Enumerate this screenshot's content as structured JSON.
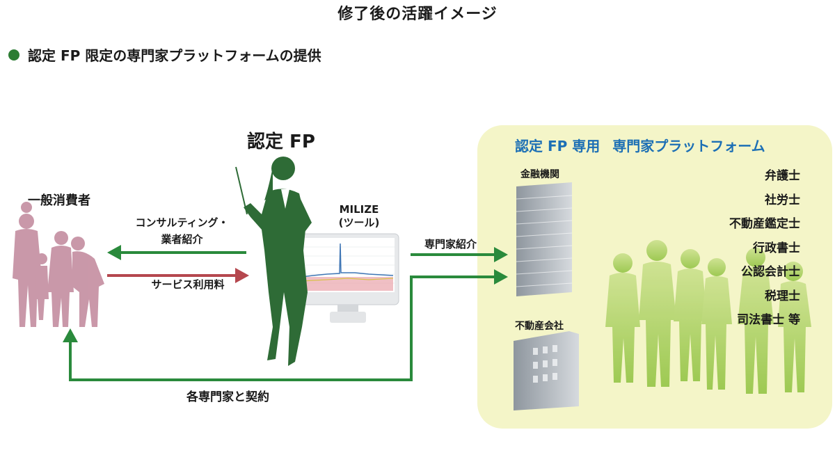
{
  "title": "修了後の活躍イメージ",
  "subtitle": "認定 FP 限定の専門家プラットフォームの提供",
  "colors": {
    "bullet": "#2d7d34",
    "green_arrow": "#2a8a3c",
    "red_arrow": "#b5474e",
    "platform_bg": "#f4f5c8",
    "platform_title": "#1c6fb5",
    "fp_silhouette": "#2e6b36",
    "consumers": "#c48da0"
  },
  "fp_label": "認定 FP",
  "consumer_label": "一般消費者",
  "tool_label_line1": "MILIZE",
  "tool_label_line2": "(ツール)",
  "consult_line1": "コンサルティング・",
  "consult_line2": "業者紹介",
  "service_fee": "サービス利用料",
  "expert_intro": "専門家紹介",
  "contract_label": "各専門家と契約",
  "platform": {
    "title_part1": "認定 FP 専用",
    "title_part2": "専門家プラットフォーム",
    "bank_label": "金融機関",
    "realty_label": "不動産会社",
    "professionals": [
      "弁護士",
      "社労士",
      "不動産鑑定士",
      "行政書士",
      "公認会計士",
      "税理士",
      "司法書士 等"
    ]
  },
  "icons": {
    "bullet": "green-circle",
    "fp": "businesswoman-with-pointer-silhouette",
    "consumers": "family-silhouette",
    "monitor": "computer-monitor-with-chart",
    "bank": "office-tower",
    "realty": "office-building",
    "experts": "business-group-silhouette"
  }
}
